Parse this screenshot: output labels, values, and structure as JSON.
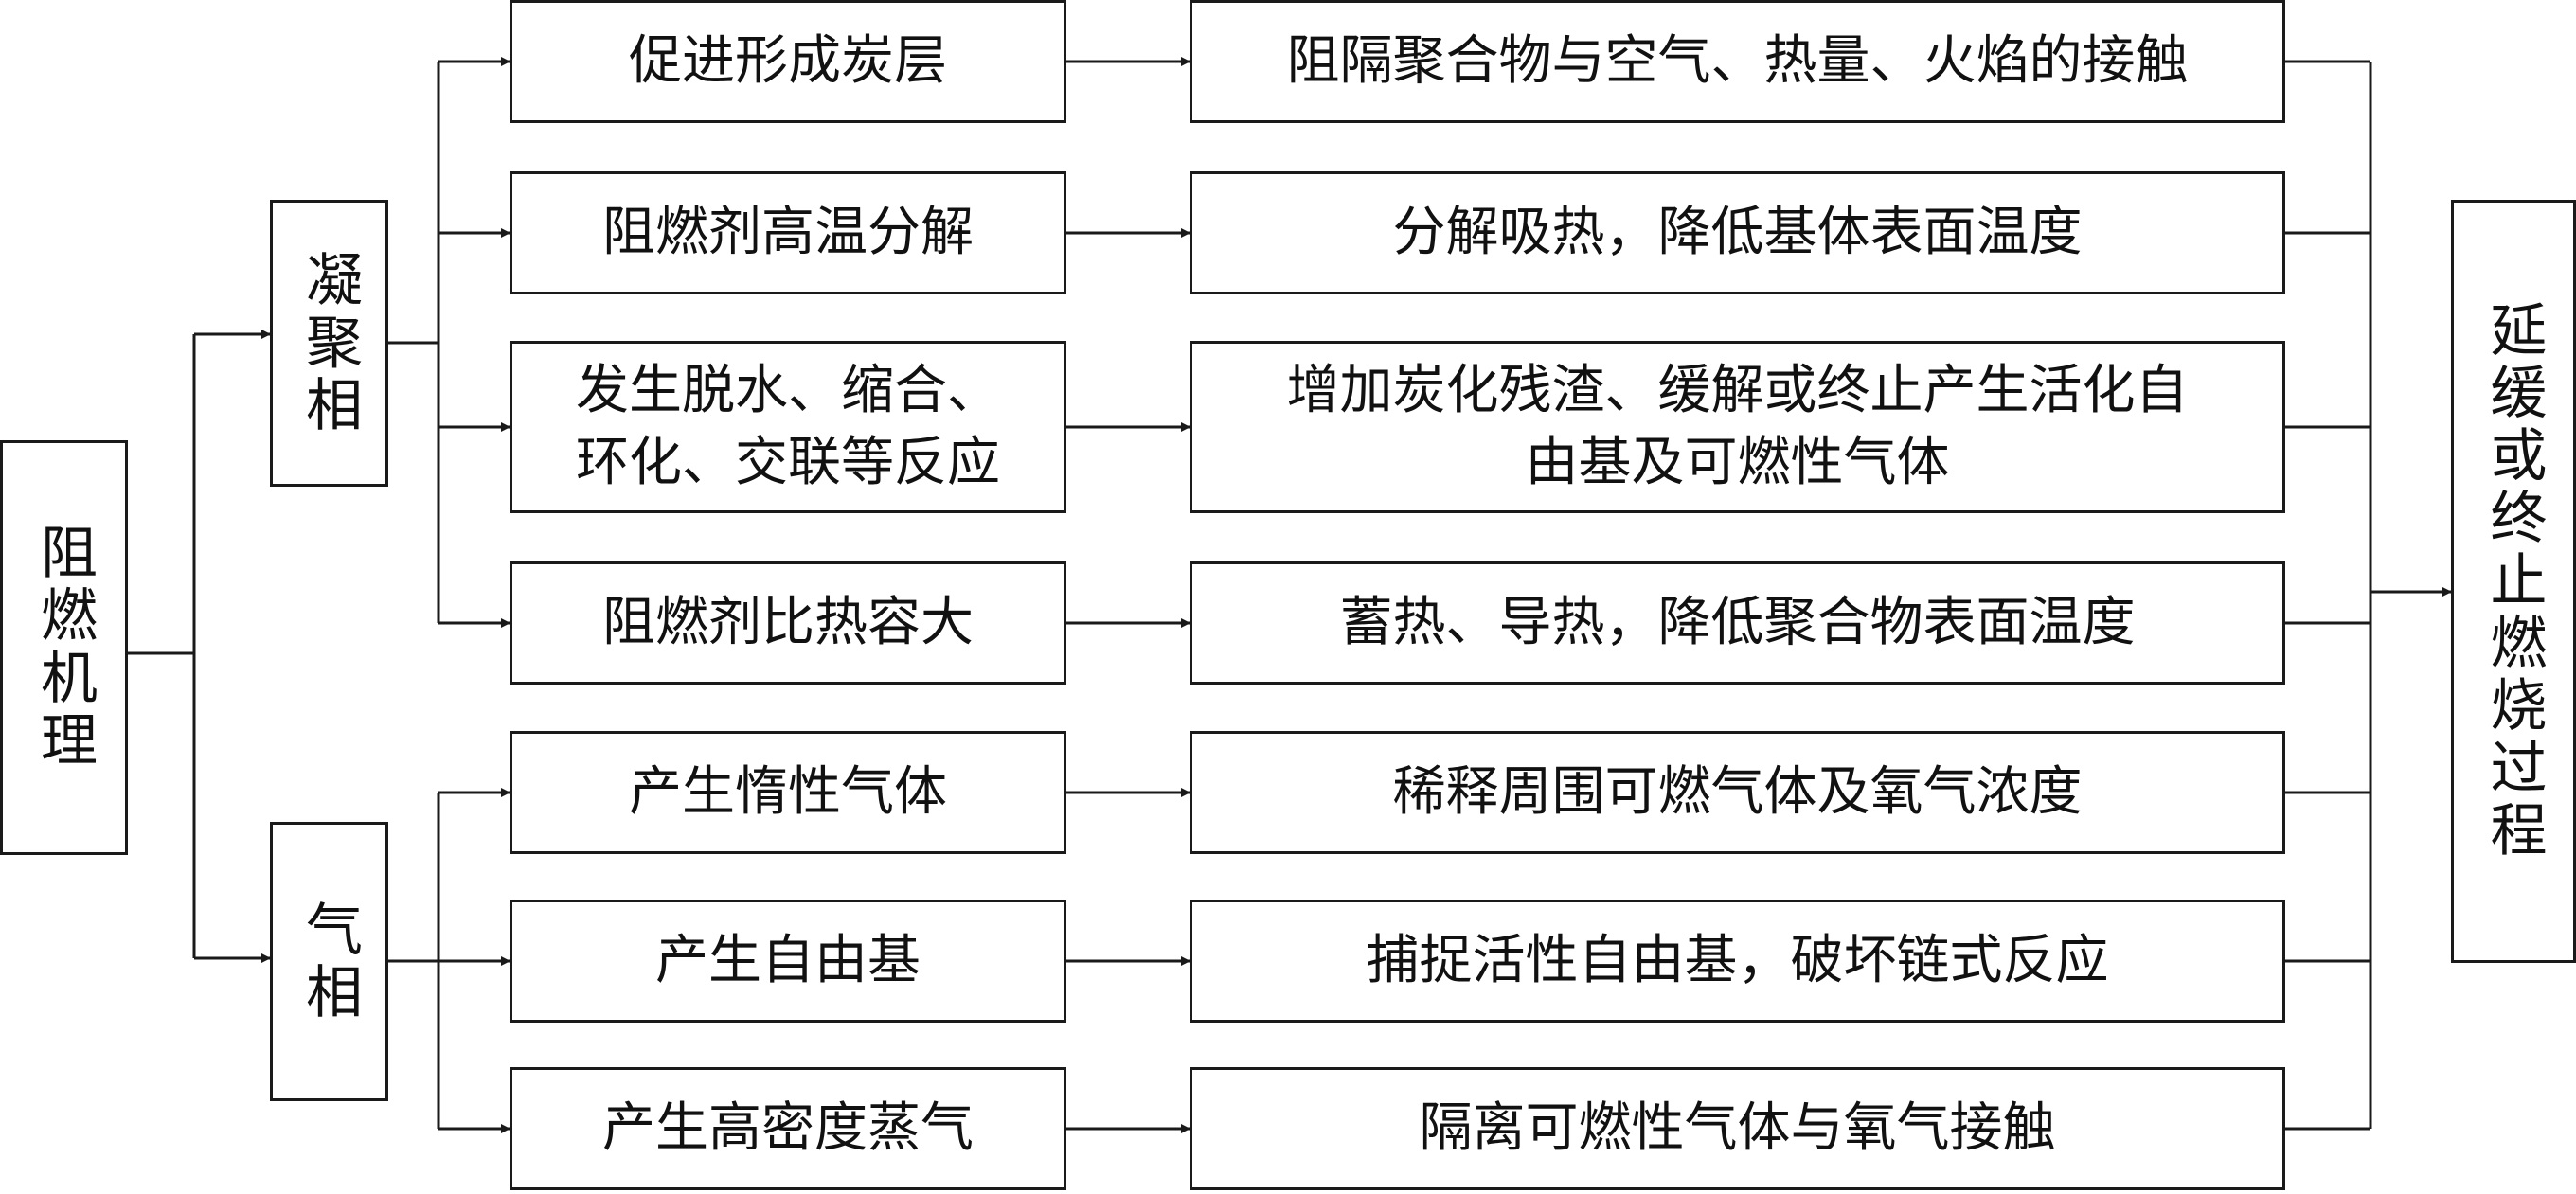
{
  "root": {
    "label": "阻燃机理"
  },
  "phases": [
    {
      "label": "凝聚相",
      "rows": [
        {
          "mechanism": "促进形成炭层",
          "effect": "阻隔聚合物与空气、热量、火焰的接触"
        },
        {
          "mechanism": "阻燃剂高温分解",
          "effect": "分解吸热，降低基体表面温度"
        },
        {
          "mechanism": "发生脱水、缩合、环化、交联等反应",
          "mechanism_lines": [
            "发生脱水、缩合、",
            "环化、交联等反应"
          ],
          "effect": "增加炭化残渣、缓解或终止产生活化自由基及可燃性气体",
          "effect_lines": [
            "增加炭化残渣、缓解或终止产生活化自",
            "由基及可燃性气体"
          ]
        },
        {
          "mechanism": "阻燃剂比热容大",
          "effect": "蓄热、导热，降低聚合物表面温度"
        }
      ]
    },
    {
      "label": "气相",
      "rows": [
        {
          "mechanism": "产生惰性气体",
          "effect": "稀释周围可燃气体及氧气浓度"
        },
        {
          "mechanism": "产生自由基",
          "effect": "捕捉活性自由基，破坏链式反应"
        },
        {
          "mechanism": "产生高密度蒸气",
          "effect": "隔离可燃性气体与氧气接触"
        }
      ]
    }
  ],
  "outcome": {
    "label": "延缓或终止燃烧过程"
  },
  "colors": {
    "line": "#1a1a1a",
    "text": "#111111",
    "background": "#ffffff"
  }
}
